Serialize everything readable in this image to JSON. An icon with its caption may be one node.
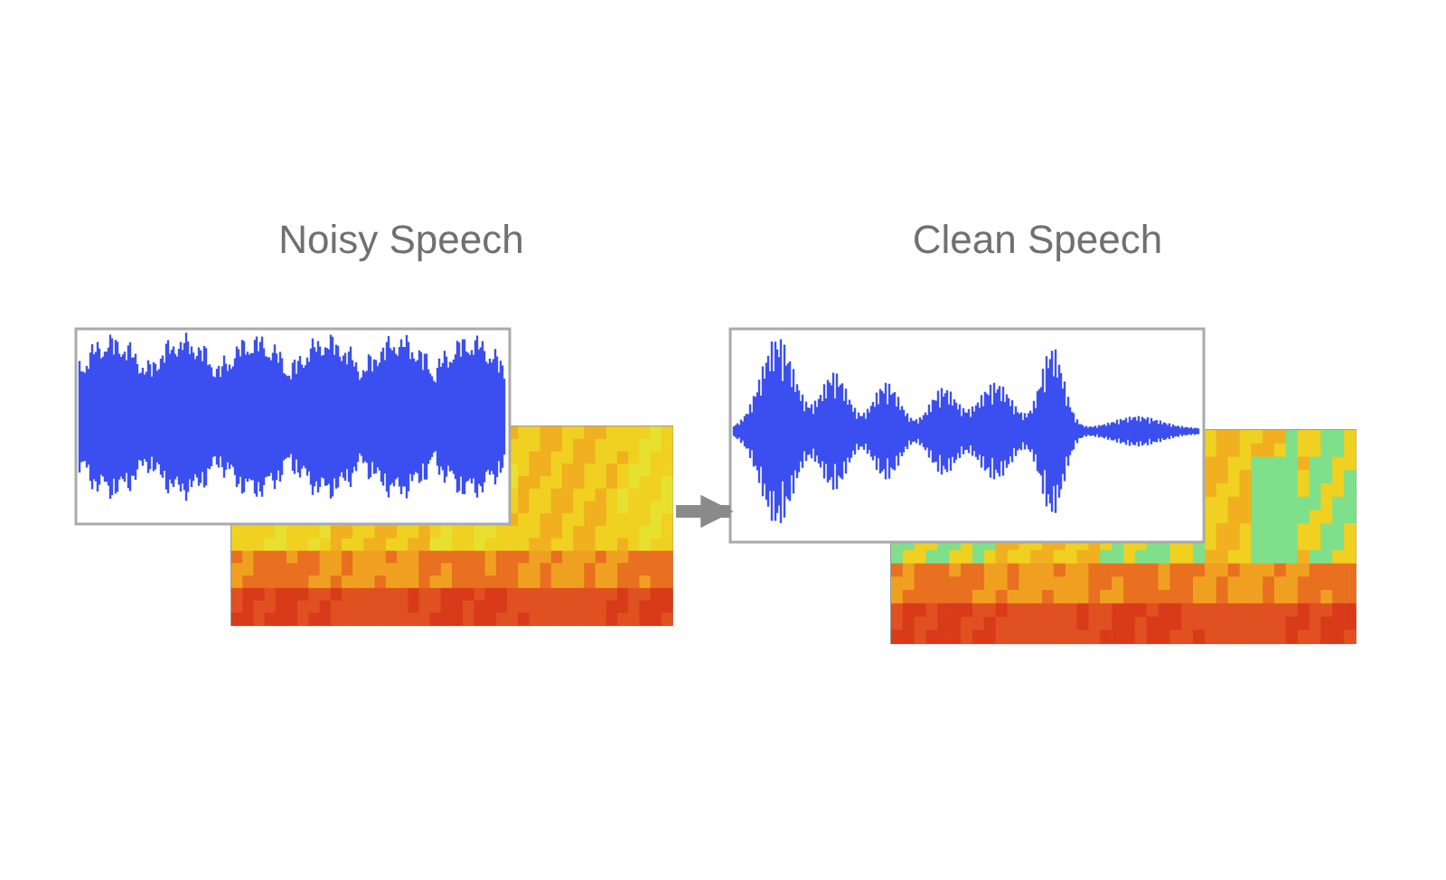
{
  "diagram": {
    "nodes": [
      {
        "text": [
          "Noisy Speech"
        ]
      },
      {
        "text": [
          "Clean Speech"
        ]
      }
    ],
    "edges": [
      {
        "from": 0,
        "to": 1,
        "arrow": "to"
      }
    ]
  }
}
